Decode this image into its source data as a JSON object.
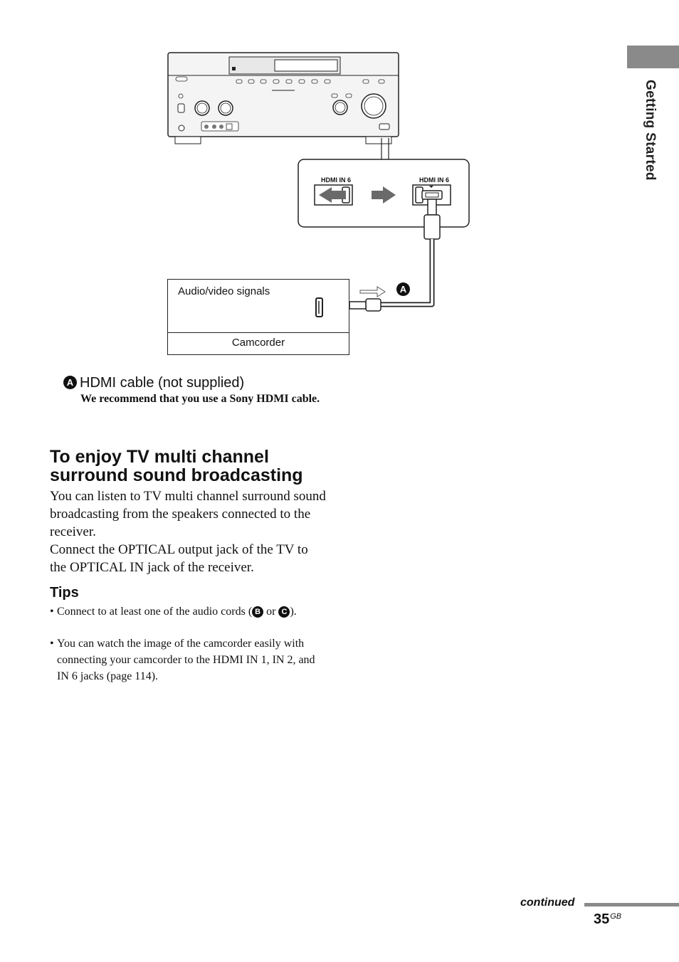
{
  "side_tab": {
    "label": "Getting Started"
  },
  "diagram": {
    "receiver_port_label_left": "HDMI IN 6",
    "receiver_port_label_right": "HDMI IN 6",
    "camcorder": {
      "signal_label": "Audio/video signals",
      "name": "Camcorder"
    },
    "cable_marker": "A"
  },
  "legend": {
    "marker": "A",
    "label": "HDMI cable (not supplied)",
    "note": "We recommend that you use a Sony HDMI cable."
  },
  "section": {
    "heading": "To enjoy TV multi channel surround sound broadcasting",
    "paragraph_1": "You can listen to TV multi channel surround sound broadcasting from the speakers connected to the receiver.",
    "paragraph_2": "Connect the OPTICAL output jack of the TV to the OPTICAL IN jack of the receiver."
  },
  "tips": {
    "heading": "Tips",
    "bullet": "•",
    "tip_1_prefix": "Connect to at least one of the audio cords (",
    "tip_1_marker_b": "B",
    "tip_1_middle": " or",
    "tip_1_marker_c": "C",
    "tip_1_suffix": ").",
    "tip_2": "You can watch the image of the camcorder easily with connecting your camcorder to the HDMI IN 1, IN 2, and IN 6 jacks (page 114)."
  },
  "footer": {
    "continued": "continued",
    "page_number": "35",
    "page_suffix": "GB"
  }
}
